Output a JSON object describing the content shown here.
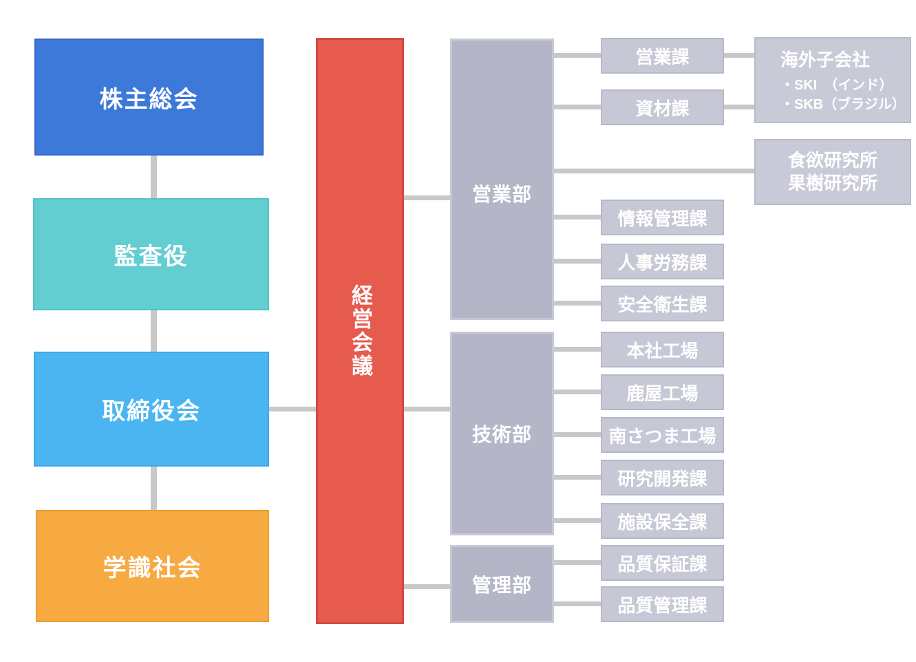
{
  "palette": {
    "shareholders_blue": "#3d79d9",
    "auditors_teal": "#62ced2",
    "board_lightblue": "#4bb5f2",
    "academic_orange": "#f7a942",
    "management_red": "#e65b4e",
    "department_gray": "#b4b6c8",
    "section_gray": "#c7c8d5",
    "connector_gray": "#c8c8c8",
    "label_white": "#ffffff"
  },
  "governance": [
    {
      "label": "株主総会"
    },
    {
      "label": "監査役"
    },
    {
      "label": "取締役会"
    },
    {
      "label": "学識社会"
    }
  ],
  "management": {
    "label": "経営会議"
  },
  "departments": [
    {
      "label": "営業部"
    },
    {
      "label": "技術部"
    },
    {
      "label": "管理部"
    }
  ],
  "sections": {
    "sales": [
      "営業課",
      "資材課",
      "情報管理課",
      "人事労務課",
      "安全衛生課"
    ],
    "engineering": [
      "本社工場",
      "鹿屋工場",
      "南さつま工場",
      "研究開発課",
      "施設保全課"
    ],
    "admin": [
      "品質保証課",
      "品質管理課"
    ]
  },
  "overseas": {
    "title": "海外子会社",
    "items": [
      "・SKI　（インド）",
      "・SKB（ブラジル）"
    ]
  },
  "research": {
    "lines": [
      "食欲研究所",
      "果樹研究所"
    ]
  }
}
